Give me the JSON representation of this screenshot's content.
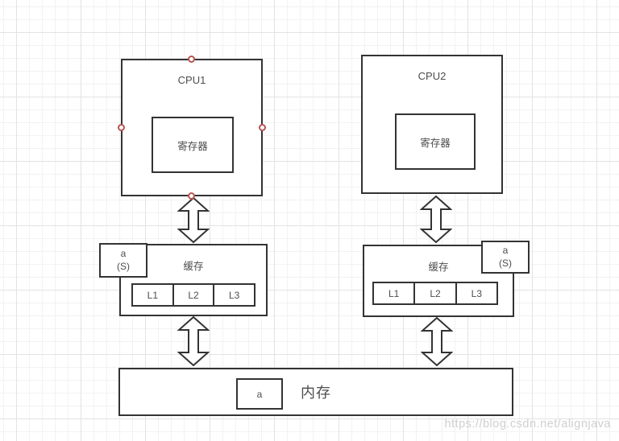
{
  "cpu1": {
    "title": "CPU1",
    "register": "寄存器"
  },
  "cpu2": {
    "title": "CPU2",
    "register": "寄存器"
  },
  "cache_left": {
    "title": "缓存",
    "levels": [
      "L1",
      "L2",
      "L3"
    ],
    "tag": {
      "line1": "a",
      "line2": "(S)"
    }
  },
  "cache_right": {
    "title": "缓存",
    "levels": [
      "L1",
      "L2",
      "L3"
    ],
    "tag": {
      "line1": "a",
      "line2": "(S)"
    }
  },
  "memory": {
    "title": "内存",
    "tag": "a"
  },
  "watermark": {
    "text": "https://blog.csdn.net/alignjava"
  },
  "colors": {
    "stroke": "#333333",
    "text": "#4d4d4d",
    "connection_handle": "#b85450",
    "grid_minor": "#f2f2f2",
    "grid_major": "#e3e3e3",
    "watermark": "#cfcfcf",
    "shape_fill": "#ffffff"
  }
}
